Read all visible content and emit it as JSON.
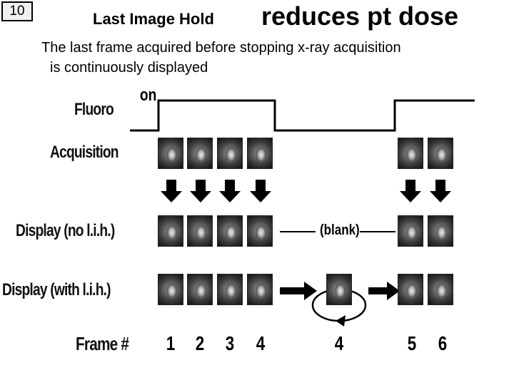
{
  "slide": {
    "number": "10"
  },
  "title": {
    "lead": "Last Image Hold",
    "main": "reduces pt dose"
  },
  "subtitle": {
    "line1": "The last frame acquired before stopping x-ray acquisition",
    "line2": "is continuously displayed"
  },
  "diagram": {
    "fluoro_label": "Fluoro",
    "on_label": "on",
    "acquisition_label": "Acquisition",
    "display_no_lih_label": "Display (no l.i.h.)",
    "display_with_lih_label": "Display (with l.i.h.)",
    "blank_label": "(blank)",
    "frame_label": "Frame #",
    "frame_numbers": [
      "1",
      "2",
      "3",
      "4",
      "4",
      "5",
      "6"
    ]
  }
}
